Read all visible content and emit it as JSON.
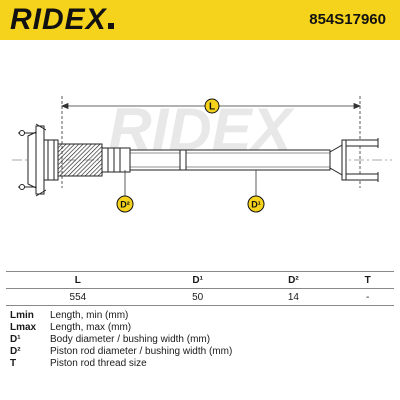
{
  "brand": {
    "name": "RIDEX",
    "part_number": "854S17960"
  },
  "drawing": {
    "dimension_label": "L",
    "callouts": [
      "D²",
      "D¹"
    ],
    "watermark": "RIDEX"
  },
  "table": {
    "headers": [
      "L",
      "D¹",
      "D²",
      "T"
    ],
    "values": [
      "554",
      "50",
      "14",
      "-"
    ]
  },
  "legend": [
    {
      "key": "Lmin",
      "text": "Length, min (mm)"
    },
    {
      "key": "Lmax",
      "text": "Length, max (mm)"
    },
    {
      "key": "D¹",
      "text": "Body diameter / bushing width (mm)"
    },
    {
      "key": "D²",
      "text": "Piston rod diameter / bushing width (mm)"
    },
    {
      "key": "T",
      "text": "Piston rod thread size"
    }
  ]
}
